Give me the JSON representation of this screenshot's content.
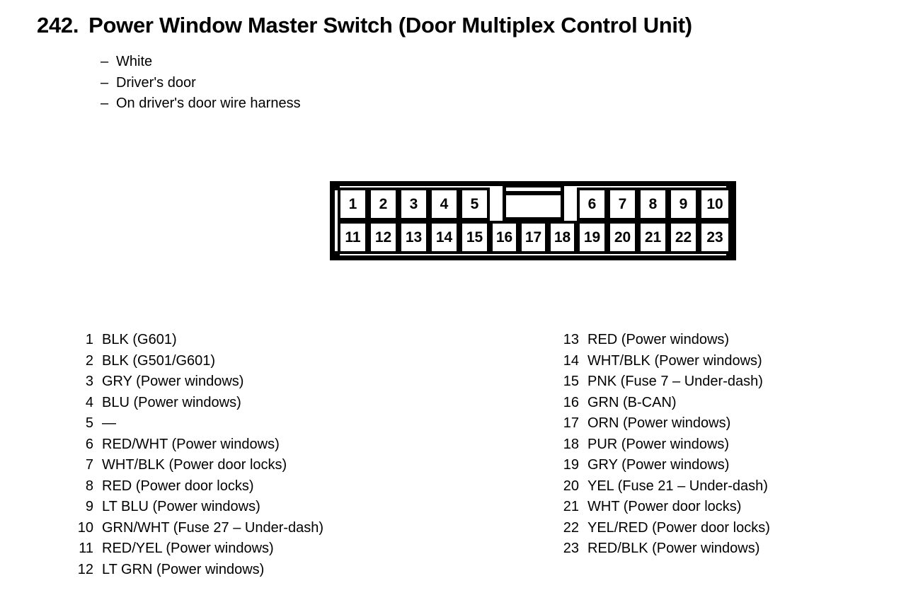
{
  "header": {
    "number": "242.",
    "title": "Power Window Master Switch (Door Multiplex Control Unit)",
    "dash": "–",
    "subtitles": [
      "White",
      "Driver's door",
      "On driver's door wire harness"
    ]
  },
  "connector": {
    "top_row_left": [
      "1",
      "2",
      "3",
      "4",
      "5"
    ],
    "top_row_right": [
      "6",
      "7",
      "8",
      "9",
      "10"
    ],
    "bottom_row": [
      "11",
      "12",
      "13",
      "14",
      "15",
      "16",
      "17",
      "18",
      "19",
      "20",
      "21",
      "22",
      "23"
    ]
  },
  "pins_left": [
    {
      "num": "1",
      "desc": "BLK (G601)"
    },
    {
      "num": "2",
      "desc": "BLK (G501/G601)"
    },
    {
      "num": "3",
      "desc": "GRY (Power windows)"
    },
    {
      "num": "4",
      "desc": "BLU (Power windows)"
    },
    {
      "num": "5",
      "desc": "—"
    },
    {
      "num": "6",
      "desc": "RED/WHT (Power windows)"
    },
    {
      "num": "7",
      "desc": "WHT/BLK (Power door locks)"
    },
    {
      "num": "8",
      "desc": "RED (Power door locks)"
    },
    {
      "num": "9",
      "desc": "LT BLU (Power windows)"
    },
    {
      "num": "10",
      "desc": "GRN/WHT (Fuse 27 – Under-dash)"
    },
    {
      "num": "11",
      "desc": "RED/YEL (Power windows)"
    },
    {
      "num": "12",
      "desc": "LT GRN (Power windows)"
    }
  ],
  "pins_right": [
    {
      "num": "13",
      "desc": "RED (Power windows)"
    },
    {
      "num": "14",
      "desc": "WHT/BLK (Power windows)"
    },
    {
      "num": "15",
      "desc": "PNK (Fuse 7 – Under-dash)"
    },
    {
      "num": "16",
      "desc": "GRN (B-CAN)"
    },
    {
      "num": "17",
      "desc": "ORN (Power windows)"
    },
    {
      "num": "18",
      "desc": "PUR (Power windows)"
    },
    {
      "num": "19",
      "desc": "GRY (Power windows)"
    },
    {
      "num": "20",
      "desc": "YEL (Fuse 21 – Under-dash)"
    },
    {
      "num": "21",
      "desc": "WHT (Power door locks)"
    },
    {
      "num": "22",
      "desc": "YEL/RED (Power door locks)"
    },
    {
      "num": "23",
      "desc": "RED/BLK (Power windows)"
    }
  ],
  "colors": {
    "ink": "#000000",
    "paper": "#ffffff"
  }
}
